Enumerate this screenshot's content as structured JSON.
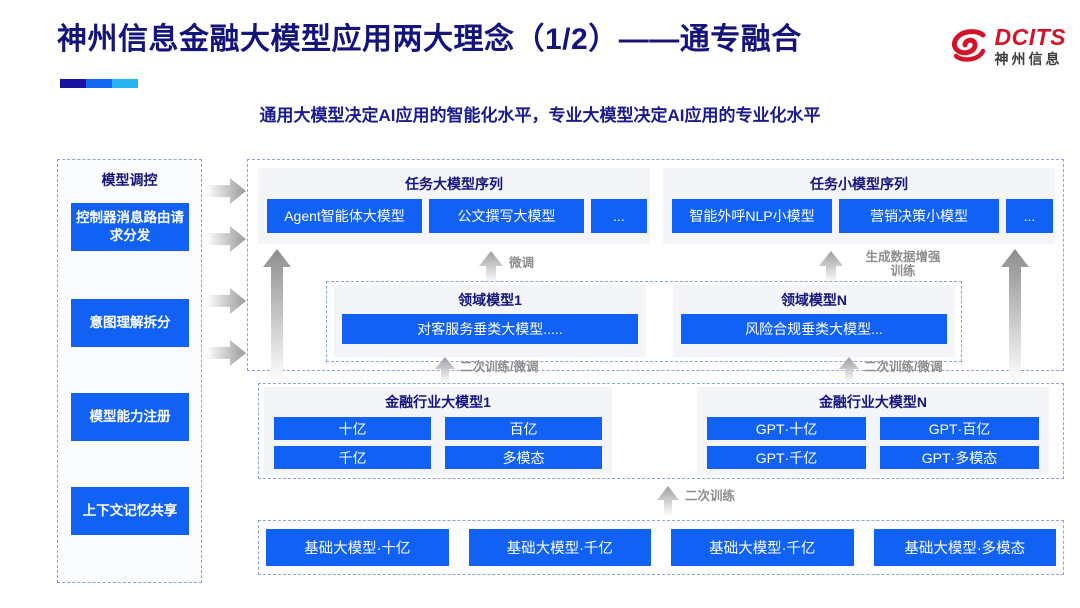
{
  "header": {
    "title": "神州信息金融大模型应用两大理念（1/2）——通专融合",
    "subtitle": "通用大模型决定AI应用的智能化水平，专业大模型决定AI应用的专业化水平",
    "logo_en": "DCITS",
    "logo_cn": "神州信息",
    "accent_colors": [
      "#1a12a0",
      "#1268f0",
      "#27b5ef"
    ],
    "title_color": "#14147a",
    "logo_color": "#d4122a"
  },
  "colors": {
    "chip_blue": "#1161f5",
    "panel_gray": "#f3f5f8",
    "dash_border": "#8fa4d6",
    "arrow_gray": "#9b9b9b",
    "label_gray": "#8d8d8d"
  },
  "left_panel": {
    "title": "模型调控",
    "items": [
      "控制器消息路由请求分发",
      "意图理解拆分",
      "模型能力注册",
      "上下文记忆共享"
    ]
  },
  "task_sequences": [
    {
      "title": "任务大模型序列",
      "chips": [
        "Agent智能体大模型",
        "公文撰写大模型",
        "..."
      ]
    },
    {
      "title": "任务小模型序列",
      "chips": [
        "智能外呼NLP小模型",
        "营销决策小模型",
        "..."
      ]
    }
  ],
  "domain_models": [
    {
      "title": "领域模型1",
      "bar": "对客服务垂类大模型....."
    },
    {
      "title": "领域模型N",
      "bar": "风险合规垂类大模型..."
    }
  ],
  "industry_models": [
    {
      "title": "金融行业大模型1",
      "cells": [
        "十亿",
        "百亿",
        "千亿",
        "多模态"
      ]
    },
    {
      "title": "金融行业大模型N",
      "cells": [
        "GPT·十亿",
        "GPT·百亿",
        "GPT·千亿",
        "GPT·多模态"
      ]
    }
  ],
  "foundation_models": [
    "基础大模型·十亿",
    "基础大模型·千亿",
    "基础大模型·千亿",
    "基础大模型·多模态"
  ],
  "arrow_labels": {
    "finetune": "微调",
    "data_aug": "生成数据增强\n训练",
    "data_aug_line1": "生成数据增强",
    "data_aug_line2": "训练",
    "retrain_finetune": "二次训练/微调",
    "retrain": "二次训练"
  }
}
